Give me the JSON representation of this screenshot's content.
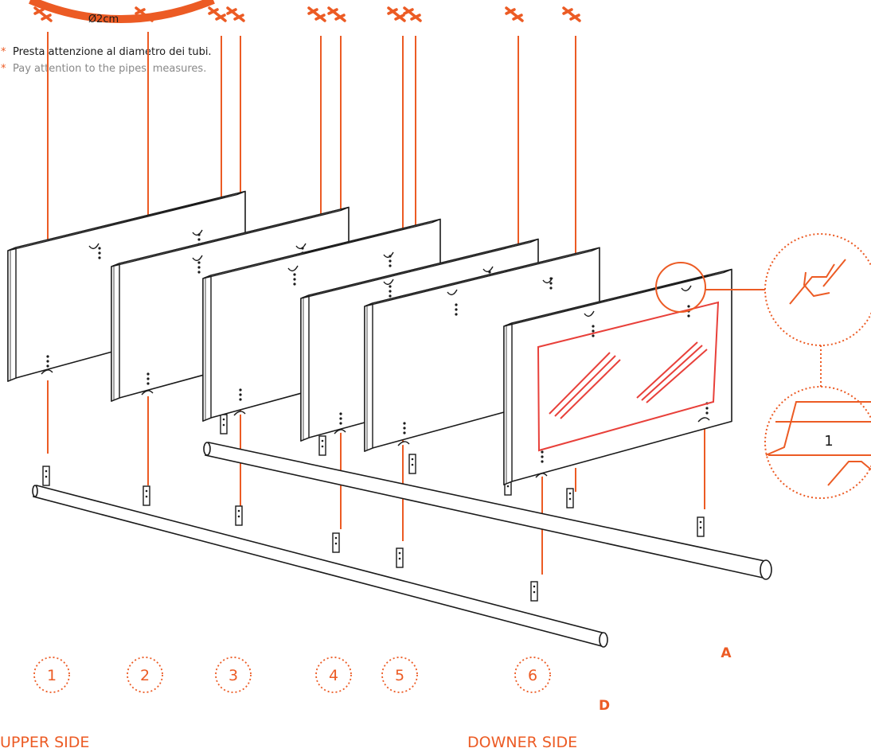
{
  "header": {
    "diameter_label": "Ø2cm",
    "note_it": "Presta attenzione al diametro dei tubi.",
    "note_en": "Pay attention to the pipes' measures.",
    "asterisk": "*"
  },
  "steps": [
    "1",
    "2",
    "3",
    "4",
    "5",
    "6"
  ],
  "sides": {
    "upper": "UPPER SIDE",
    "downer": "DOWNER SIDE"
  },
  "letters": {
    "a": "A",
    "d": "D"
  },
  "detail": {
    "measure_label": "1"
  },
  "colors": {
    "accent": "#ec5b24",
    "glass": "#e8403a",
    "line": "#1a1a1a",
    "note_text": "#1a1a1a",
    "note_text_light": "#888888"
  },
  "icons": [
    "screw-icon",
    "bracket-icon",
    "dotted-circle-icon",
    "magnifier-detail-icon"
  ]
}
